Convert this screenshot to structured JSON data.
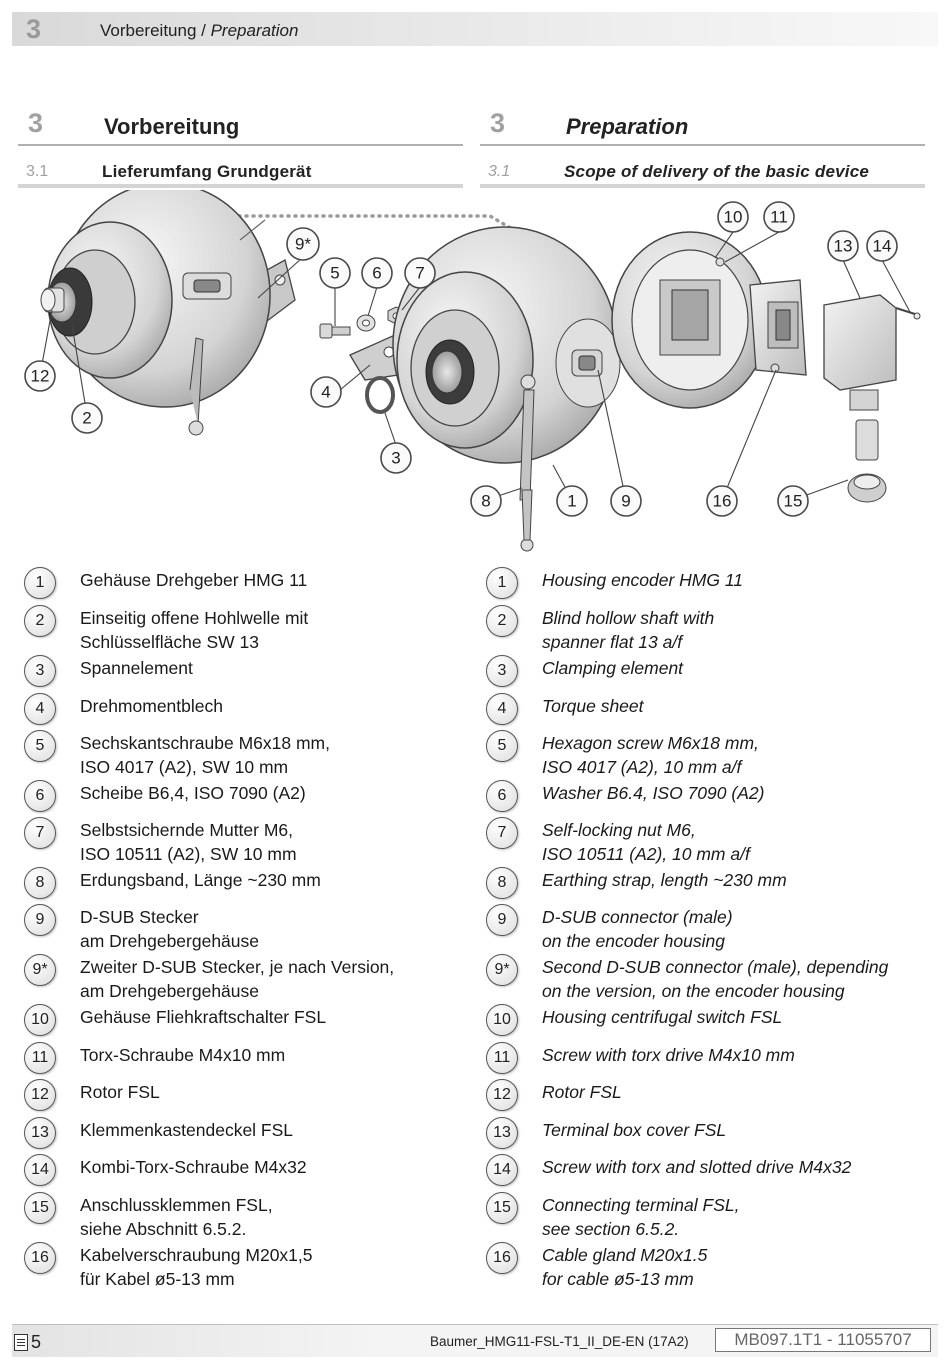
{
  "header": {
    "chapter": "3",
    "title_de": "Vorbereitung",
    "separator": " / ",
    "title_en": "Preparation"
  },
  "section": {
    "left": {
      "num": "3",
      "title": "Vorbereitung",
      "sub_num": "3.1",
      "sub_title": "Lieferumfang Grundgerät"
    },
    "right": {
      "num": "3",
      "title": "Preparation",
      "sub_num": "3.1",
      "sub_title": "Scope of delivery of the basic device"
    }
  },
  "callouts": [
    "1",
    "2",
    "3",
    "4",
    "5",
    "6",
    "7",
    "8",
    "9",
    "9*",
    "10",
    "11",
    "12",
    "13",
    "14",
    "15",
    "16"
  ],
  "items_de": [
    {
      "n": "1",
      "text": "Gehäuse Drehgeber HMG 11"
    },
    {
      "n": "2",
      "text": "Einseitig offene Hohlwelle mit\nSchlüsselfläche SW 13"
    },
    {
      "n": "3",
      "text": "Spannelement"
    },
    {
      "n": "4",
      "text": "Drehmomentblech"
    },
    {
      "n": "5",
      "text": "Sechskantschraube M6x18 mm,\nISO 4017 (A2), SW 10 mm"
    },
    {
      "n": "6",
      "text": "Scheibe B6,4, ISO 7090 (A2)"
    },
    {
      "n": "7",
      "text": "Selbstsichernde Mutter M6,\nISO 10511 (A2), SW 10 mm"
    },
    {
      "n": "8",
      "text": "Erdungsband, Länge ~230 mm"
    },
    {
      "n": "9",
      "text": "D-SUB Stecker\nam Drehgebergehäuse"
    },
    {
      "n": "9*",
      "text": "Zweiter D-SUB Stecker, je nach Version,\nam Drehgebergehäuse"
    },
    {
      "n": "10",
      "text": "Gehäuse Fliehkraftschalter FSL"
    },
    {
      "n": "11",
      "text": "Torx-Schraube M4x10 mm"
    },
    {
      "n": "12",
      "text": "Rotor FSL"
    },
    {
      "n": "13",
      "text": "Klemmenkastendeckel FSL"
    },
    {
      "n": "14",
      "text": "Kombi-Torx-Schraube M4x32"
    },
    {
      "n": "15",
      "text": "Anschlussklemmen FSL,\nsiehe Abschnitt 6.5.2."
    },
    {
      "n": "16",
      "text": "Kabelverschraubung M20x1,5\nfür Kabel ø5-13 mm"
    }
  ],
  "items_en": [
    {
      "n": "1",
      "text": "Housing encoder HMG 11"
    },
    {
      "n": "2",
      "text": "Blind hollow shaft with\nspanner flat 13 a/f"
    },
    {
      "n": "3",
      "text": "Clamping element"
    },
    {
      "n": "4",
      "text": "Torque sheet"
    },
    {
      "n": "5",
      "text": "Hexagon screw M6x18 mm,\nISO 4017 (A2), 10 mm a/f"
    },
    {
      "n": "6",
      "text": "Washer B6.4, ISO 7090 (A2)"
    },
    {
      "n": "7",
      "text": "Self-locking nut M6,\nISO 10511 (A2), 10 mm a/f"
    },
    {
      "n": "8",
      "text": "Earthing strap, length ~230 mm"
    },
    {
      "n": "9",
      "text": "D-SUB connector (male)\non the encoder housing"
    },
    {
      "n": "9*",
      "text": "Second D-SUB connector (male), depending\non the version, on the encoder housing"
    },
    {
      "n": "10",
      "text": "Housing centrifugal switch FSL"
    },
    {
      "n": "11",
      "text": "Screw with torx drive M4x10 mm"
    },
    {
      "n": "12",
      "text": "Rotor FSL"
    },
    {
      "n": "13",
      "text": "Terminal box cover FSL"
    },
    {
      "n": "14",
      "text": "Screw with torx and slotted drive M4x32"
    },
    {
      "n": "15",
      "text": "Connecting terminal FSL,\nsee section 6.5.2."
    },
    {
      "n": "16",
      "text": "Cable gland M20x1.5\nfor cable ø5-13 mm"
    }
  ],
  "footer": {
    "page": "5",
    "filename": "Baumer_HMG11-FSL-T1_II_DE-EN (17A2)",
    "doc_code": "MB097.1T1 - 11055707"
  }
}
